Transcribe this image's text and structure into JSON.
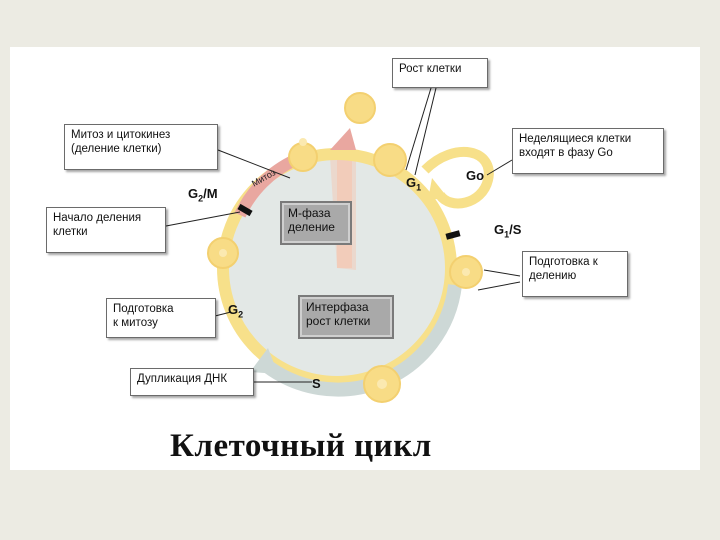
{
  "labels": {
    "cell_growth": "Рост клетки",
    "mitosis_cytokinesis": "Митоз и цитокинез\n(деление клетки)",
    "non_dividing": "Неделящиеся клетки\nвходят в фазу Go",
    "division_start": "Начало деления\nклетки",
    "prep_division": "Подготовка к\nделению",
    "prep_mitosis": "Подготовка\nк митозу",
    "dna_duplication": "Дупликация ДНК"
  },
  "phases": {
    "m_phase": "М-фаза\nделение",
    "interphase": "Интерфаза\nрост клетки"
  },
  "checkpoints": {
    "g1": "G",
    "g1_sub": "1",
    "go": "Go",
    "g1s": "G",
    "g1s_sub": "1",
    "g1s_tail": "/S",
    "g2m": "G",
    "g2m_sub": "2",
    "g2m_tail": "/M",
    "g2": "G",
    "g2_sub": "2",
    "s": "S"
  },
  "arc_text": "Митоз",
  "title": "Клеточный цикл",
  "colors": {
    "ring": "#f7e08a",
    "cell": "#f8dc86",
    "m_wedge": "#f3cbb8",
    "s_arrow": "#cdd8d6",
    "inner": "#e3e8e6"
  }
}
